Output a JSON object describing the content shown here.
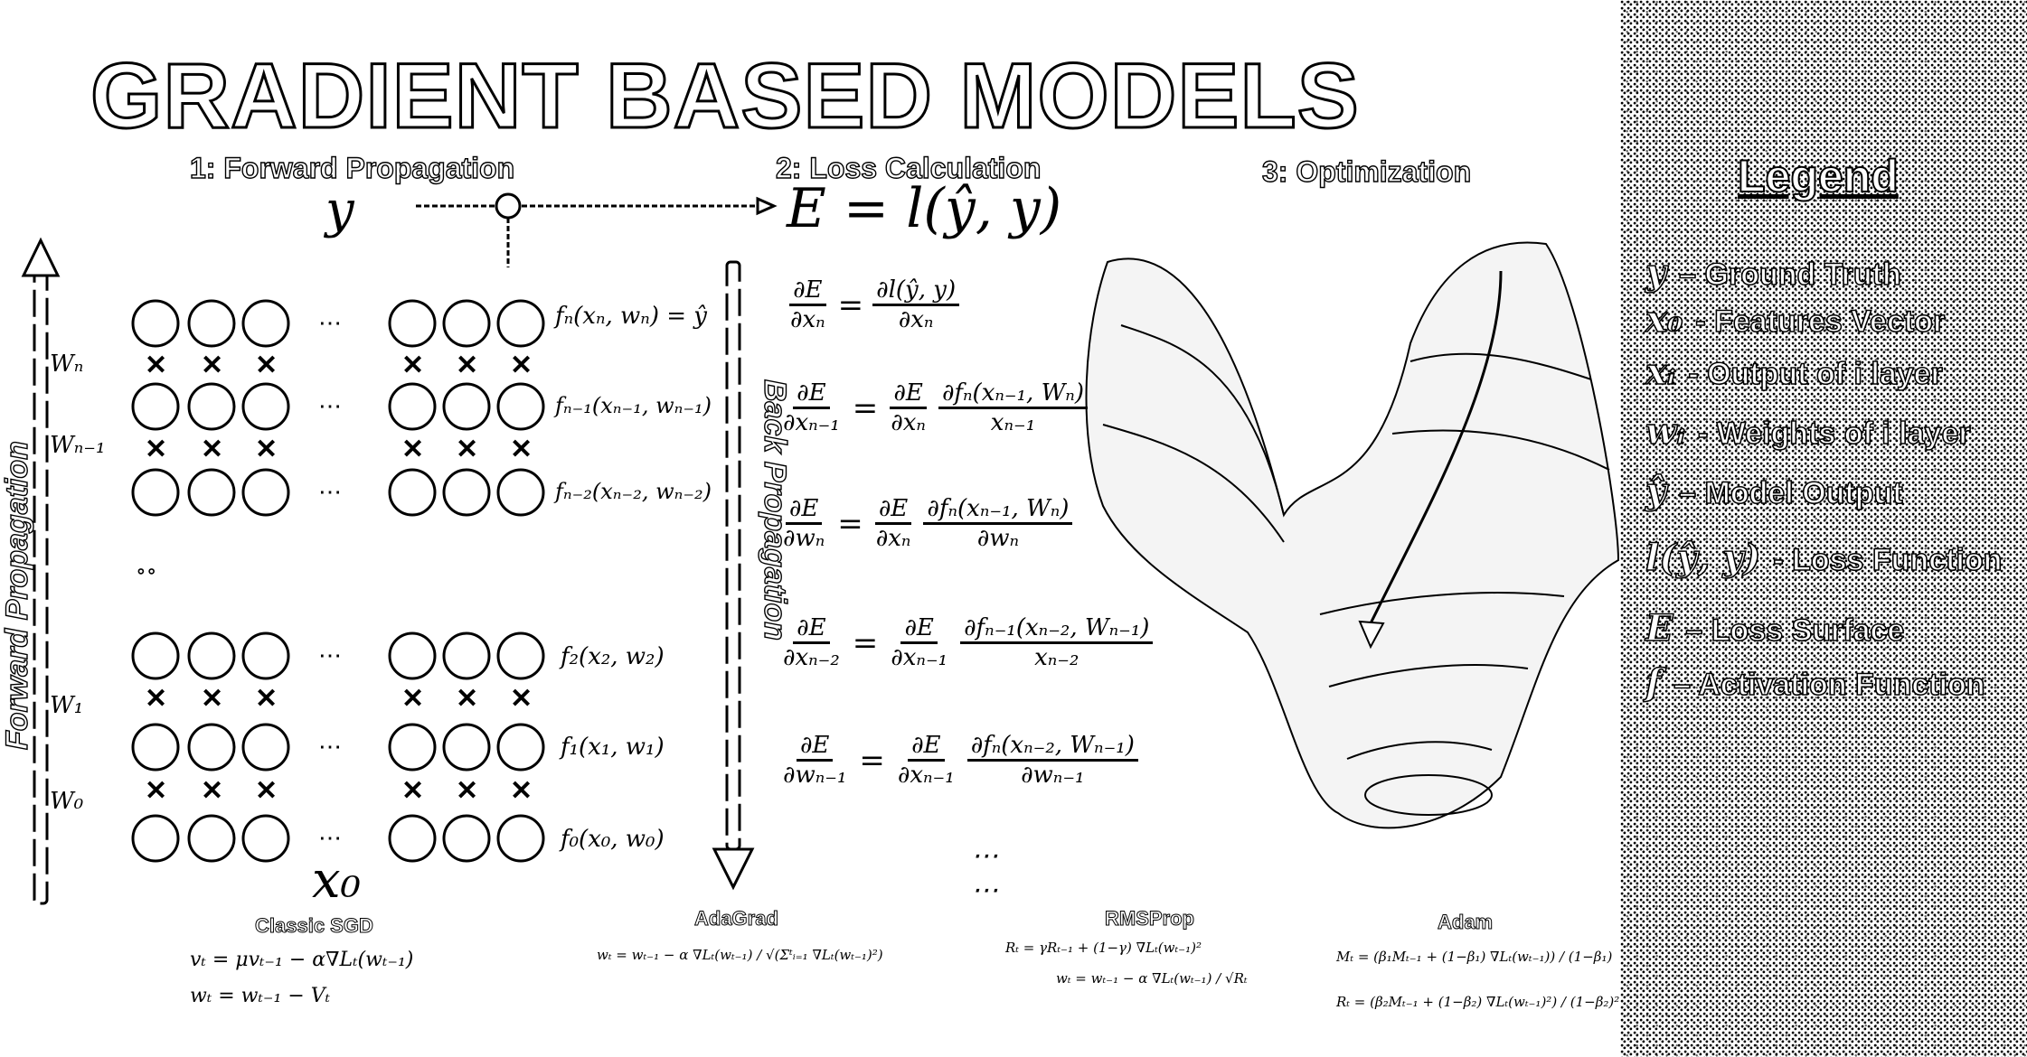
{
  "title": "GRADIENT BASED MODELS",
  "sections": {
    "forward": "1: Forward Propagation",
    "loss": "2: Loss Calculation",
    "optimization": "3: Optimization"
  },
  "side_labels": {
    "forward": "Forward Propagation",
    "back": "Back Propagation"
  },
  "top_y": "y",
  "loss_equation": "E = l(ŷ, y)",
  "input_label": "x₀",
  "weights": [
    "Wₙ",
    "Wₙ₋₁",
    "W₁",
    "W₀"
  ],
  "layer_functions": [
    "fₙ(xₙ, wₙ) = ŷ",
    "fₙ₋₁(xₙ₋₁, wₙ₋₁)",
    "fₙ₋₂(xₙ₋₂, wₙ₋₂)",
    "f₂(x₂, w₂)",
    "f₁(x₁, w₁)",
    "f₀(x₀, w₀)"
  ],
  "gradients": [
    {
      "lhs_num": "∂E",
      "lhs_den": "∂xₙ",
      "rhs": [
        {
          "num": "∂l(ŷ, y)",
          "den": "∂xₙ"
        }
      ]
    },
    {
      "lhs_num": "∂E",
      "lhs_den": "∂xₙ₋₁",
      "rhs": [
        {
          "num": "∂E",
          "den": "∂xₙ"
        },
        {
          "num": "∂fₙ(xₙ₋₁, Wₙ)",
          "den": "xₙ₋₁"
        }
      ]
    },
    {
      "lhs_num": "∂E",
      "lhs_den": "∂wₙ",
      "rhs": [
        {
          "num": "∂E",
          "den": "∂xₙ"
        },
        {
          "num": "∂fₙ(xₙ₋₁, Wₙ)",
          "den": "∂wₙ"
        }
      ]
    },
    {
      "lhs_num": "∂E",
      "lhs_den": "∂xₙ₋₂",
      "rhs": [
        {
          "num": "∂E",
          "den": "∂xₙ₋₁"
        },
        {
          "num": "∂fₙ₋₁(xₙ₋₂, Wₙ₋₁)",
          "den": "xₙ₋₂"
        }
      ]
    },
    {
      "lhs_num": "∂E",
      "lhs_den": "∂wₙ₋₁",
      "rhs": [
        {
          "num": "∂E",
          "den": "∂xₙ₋₁"
        },
        {
          "num": "∂fₙ(xₙ₋₂, Wₙ₋₁)",
          "den": "∂wₙ₋₁"
        }
      ]
    }
  ],
  "optimizers": [
    {
      "name": "Classic SGD",
      "lines": [
        "vₜ = μvₜ₋₁ − α∇Lₜ(wₜ₋₁)",
        "wₜ = wₜ₋₁ − Vₜ"
      ]
    },
    {
      "name": "AdaGrad",
      "lines": [
        "wₜ = wₜ₋₁ − α ∇Lₜ(wₜ₋₁) / √(Σᵗᵢ₌₁ ∇Lₜ(wₜ₋₁)²)"
      ]
    },
    {
      "name": "RMSProp",
      "lines": [
        "Rₜ = γRₜ₋₁ + (1−γ) ∇Lₜ(wₜ₋₁)²",
        "wₜ = wₜ₋₁ − α ∇Lₜ(wₜ₋₁) / √Rₜ"
      ]
    },
    {
      "name": "Adam",
      "lines": [
        "Mₜ = (β₁Mₜ₋₁ + (1−β₁) ∇Lₜ(wₜ₋₁)) / (1−β₁)",
        "Rₜ = (β₂Mₜ₋₁ + (1−β₂) ∇Lₜ(wₜ₋₁)²) / (1−β₂)²"
      ]
    }
  ],
  "legend": {
    "title": "Legend",
    "items": [
      {
        "symbol": "y",
        "text": "– Ground Truth"
      },
      {
        "symbol": "x₀",
        "text": "- Features Vector"
      },
      {
        "symbol": "xᵢ",
        "text": "- Output of i layer"
      },
      {
        "symbol": "wᵢ",
        "text": "- Weights of i layer"
      },
      {
        "symbol": "ŷ",
        "text": "– Model Output"
      },
      {
        "symbol": "l(ŷ, y)",
        "text": "- Loss Function"
      },
      {
        "symbol": "E",
        "text": "– Loss Surface"
      },
      {
        "symbol": "f",
        "text": "– Activation Function"
      }
    ]
  }
}
